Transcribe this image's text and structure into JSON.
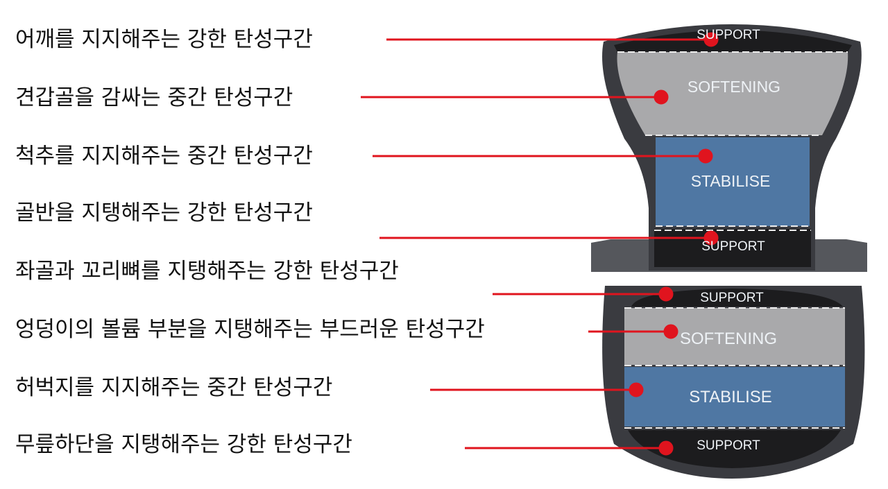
{
  "labels": [
    "어깨를 지지해주는 강한 탄성구간",
    "견갑골을 감싸는 중간 탄성구간",
    "척추를 지지해주는 중간 탄성구간",
    "골반을 지탱해주는 강한 탄성구간",
    "좌골과 꼬리뼈를 지탱해주는 강한 탄성구간",
    "엉덩이의 볼륨 부분을 지탱해주는 부드러운 탄성구간",
    "허벅지를 지지해주는 중간 탄성구간",
    "무릎하단을 지탱해주는 강한 탄성구간"
  ],
  "backrest": {
    "support_top": "SUPPORT",
    "softening": "SOFTENING",
    "stabilise": "STABILISE",
    "support_bottom": "SUPPORT"
  },
  "seat": {
    "support_top": "SUPPORT",
    "softening": "SOFTENING",
    "stabilise": "STABILISE",
    "support_bottom": "SUPPORT"
  },
  "colors": {
    "pointer": "#e0141e",
    "support": "#1c1c1e",
    "softening": "#a9a9ab",
    "stabilise": "#4f77a3",
    "frame": "#3a3b40"
  }
}
